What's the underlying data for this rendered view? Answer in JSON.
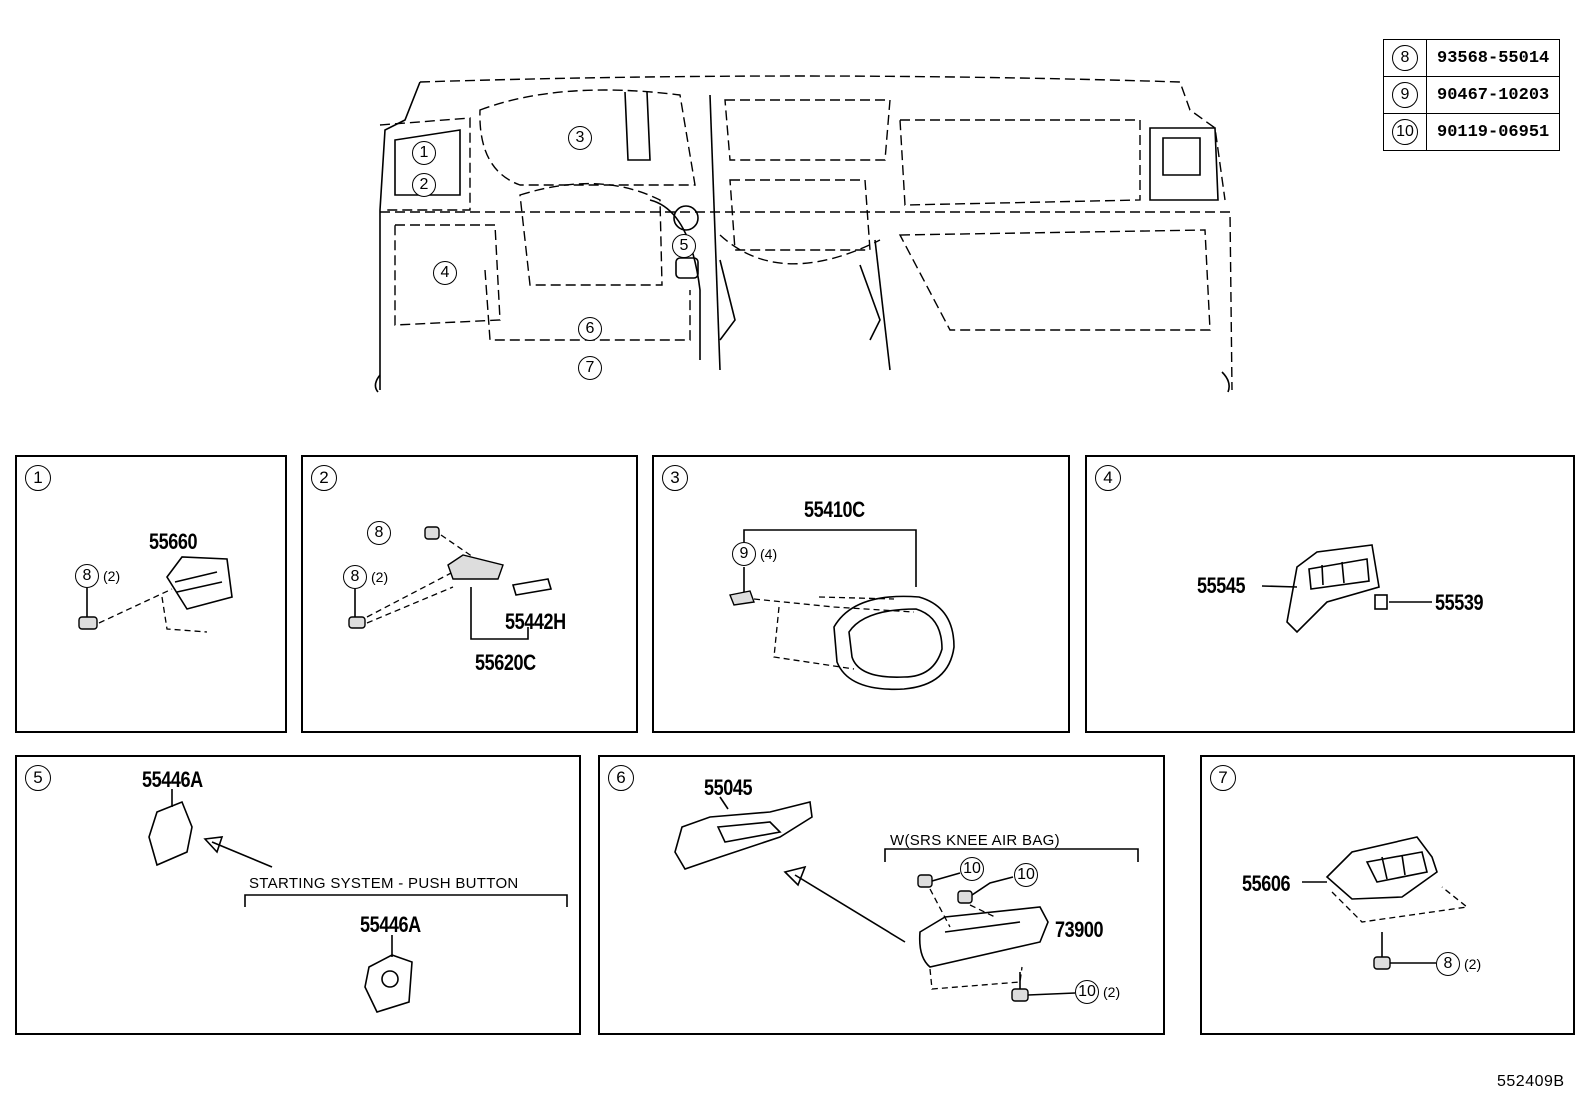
{
  "legend": [
    {
      "ref": "8",
      "part": "93568-55014"
    },
    {
      "ref": "9",
      "part": "90467-10203"
    },
    {
      "ref": "10",
      "part": "90119-06951"
    }
  ],
  "overview_callouts": [
    "1",
    "2",
    "3",
    "4",
    "5",
    "6",
    "7"
  ],
  "panels": [
    {
      "num": "1",
      "parts": {
        "main": "55660"
      },
      "callouts": [
        {
          "ref": "8",
          "qty": "(2)"
        }
      ]
    },
    {
      "num": "2",
      "parts": {
        "a": "55442H",
        "b": "55620C"
      },
      "callouts": [
        {
          "ref": "8",
          "qty": ""
        },
        {
          "ref": "8",
          "qty": "(2)"
        }
      ]
    },
    {
      "num": "3",
      "parts": {
        "main": "55410C"
      },
      "callouts": [
        {
          "ref": "9",
          "qty": "(4)"
        }
      ]
    },
    {
      "num": "4",
      "parts": {
        "a": "55545",
        "b": "55539"
      }
    },
    {
      "num": "5",
      "parts": {
        "a": "55446A",
        "b": "55446A"
      },
      "note": "STARTING SYSTEM - PUSH BUTTON"
    },
    {
      "num": "6",
      "parts": {
        "a": "55045",
        "b": "73900"
      },
      "note": "W(SRS KNEE AIR BAG)",
      "callouts": [
        {
          "ref": "10",
          "qty": ""
        },
        {
          "ref": "10",
          "qty": ""
        },
        {
          "ref": "10",
          "qty": "(2)"
        }
      ]
    },
    {
      "num": "7",
      "parts": {
        "main": "55606"
      },
      "callouts": [
        {
          "ref": "8",
          "qty": "(2)"
        }
      ]
    }
  ],
  "diagram_id": "552409B"
}
